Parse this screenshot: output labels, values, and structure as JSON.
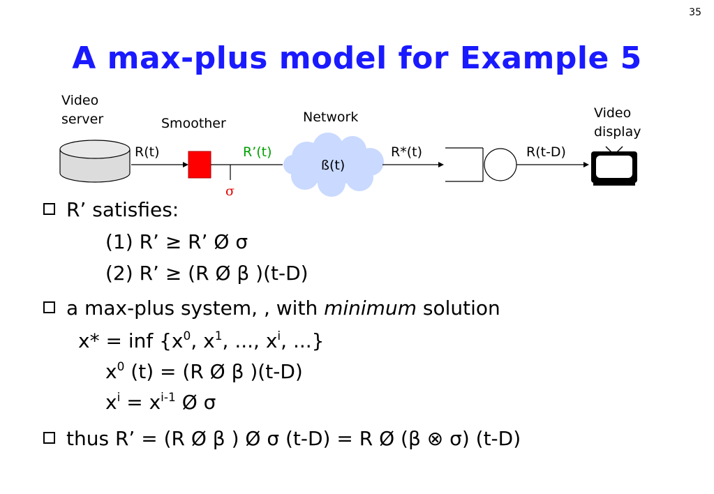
{
  "slide": {
    "page_number": "35",
    "title": "A max-plus model for Example 5"
  },
  "diagram": {
    "video_server": [
      "Video",
      "server"
    ],
    "smoother": "Smoother",
    "network": "Network",
    "video_display": [
      "Video",
      "display"
    ],
    "r": "R(t)",
    "r_prime": "R’(t)",
    "sigma": "σ",
    "beta_t": "ß(t)",
    "r_star": "R*(t)",
    "r_delayed": "R(t-D)"
  },
  "bullets": [
    {
      "text": "R’ satisfies:",
      "sub": [
        "(1) R’ ≥ R’ Ø σ",
        "(2) R’ ≥ (R Ø β )(t-D)"
      ]
    },
    {
      "text_pre": "a max-plus system, , with ",
      "text_em": "minimum",
      "text_post": " solution",
      "line2_a": "x* = inf {x",
      "line2_b": ", x",
      "line2_c": ", ..., x",
      "line2_d": ", ...}",
      "sup0": "0",
      "sup1": "1",
      "supi": "i",
      "sub1_a": "x",
      "sub1_b": " (t) = (R Ø β )(t-D)",
      "sub2_a": "x",
      "sub2_b": " = x",
      "sub2_c": " Ø σ",
      "supim1": "i-1"
    },
    {
      "text": "thus R’ = (R Ø β ) Ø σ (t-D) = R Ø (β ⊗ σ) (t-D)"
    }
  ],
  "colors": {
    "title": "#1a1aff",
    "smoother": "#ff0000",
    "network_cloud": "#c9d9ff",
    "r_prime": "#00a000",
    "sigma": "#e00000"
  }
}
